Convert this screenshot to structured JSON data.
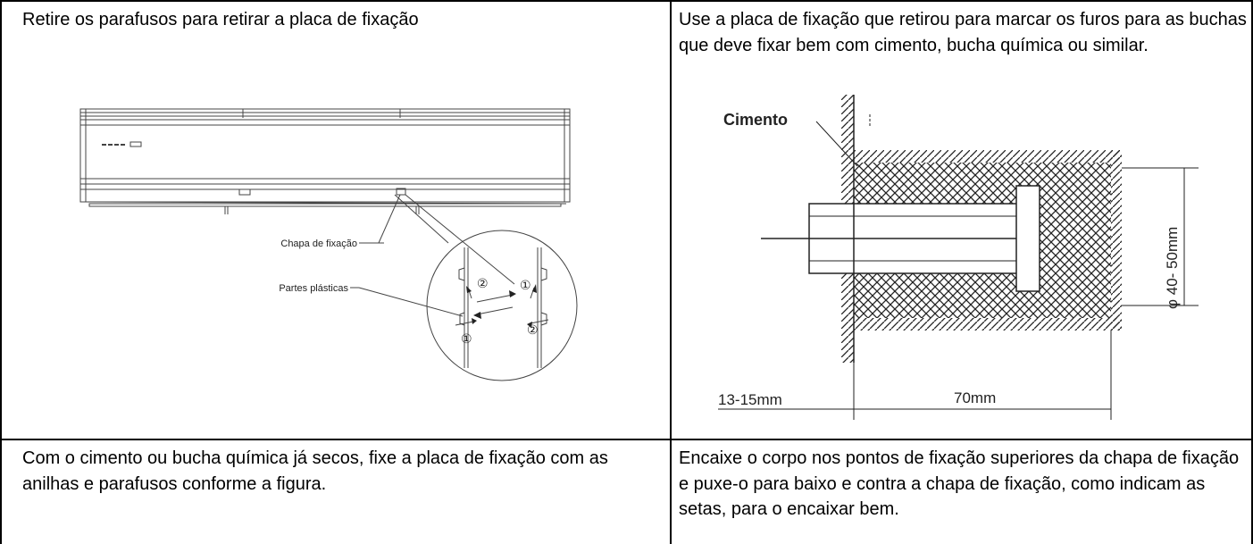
{
  "cells": {
    "top_left": "Retire os parafusos para retirar a placa de fixação",
    "top_right": "Use a placa de fixação que retirou para marcar os furos para as buchas que deve fixar bem com cimento, bucha química ou similar.",
    "bottom_left": "Com o cimento ou bucha química já secos, fixe a placa de fixação com as anilhas e parafusos conforme a figura.",
    "bottom_right": "Encaixe o corpo nos pontos de fixação superiores da chapa de fixação e puxe-o para baixo e contra a chapa de fixação, como indicam as setas, para o encaixar bem."
  },
  "figure_left": {
    "label_plate": "Chapa de fixação",
    "label_plastic": "Partes plásticas",
    "step_1": "①",
    "step_2": "②"
  },
  "figure_right": {
    "label_cement": "Cimento",
    "dim_depth_wall": "13-15mm",
    "dim_depth_hole": "70mm",
    "dim_diameter": "φ 40- 50mm"
  }
}
